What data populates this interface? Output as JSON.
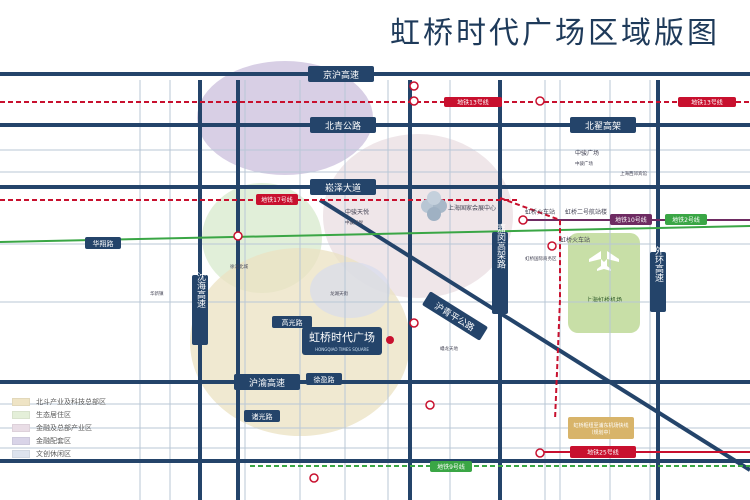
{
  "title": "虹桥时代广场区域版图",
  "project": {
    "name": "虹桥时代广场",
    "name_en": "HONGQIAO TIMES SQUARE"
  },
  "colors": {
    "road": "#24446a",
    "road_light": "#9fb6cc",
    "metro_red": "#c8102e",
    "metro_green": "#3aa645",
    "metro_purple": "#6e2b62",
    "airport_green": "#c8dfa7",
    "zone_purple": "#cbbfdc",
    "zone_pink": "#ecdde0",
    "zone_green": "#dcebd2",
    "zone_tan": "#ece3c4"
  },
  "legend": [
    {
      "label": "北斗产业及科技总部区",
      "color": "#efe4c5"
    },
    {
      "label": "生态居住区",
      "color": "#e4efd9"
    },
    {
      "label": "金融及总部产业区",
      "color": "#e9dde6"
    },
    {
      "label": "金融配套区",
      "color": "#d9d4e8"
    },
    {
      "label": "文创休闲区",
      "color": "#dde3ee"
    }
  ],
  "roads_h": [
    {
      "name": "京沪高速"
    },
    {
      "name": "北青公路"
    },
    {
      "name": "崧泽大道"
    },
    {
      "name": "沪渝高速"
    },
    {
      "name": "北翟高架"
    },
    {
      "name": "高光路"
    },
    {
      "name": "徐盈路"
    },
    {
      "name": "诸光路"
    },
    {
      "name": "华翔路"
    }
  ],
  "roads_v": [
    {
      "name": "沈海高速"
    },
    {
      "name": "嘉闵高架路"
    },
    {
      "name": "外环高速"
    },
    {
      "name": "沪青平公路"
    }
  ],
  "metro": [
    {
      "name": "地铁13号线"
    },
    {
      "name": "地铁13号线"
    },
    {
      "name": "地铁17号线"
    },
    {
      "name": "地铁10号线"
    },
    {
      "name": "地铁2号线"
    },
    {
      "name": "地铁9号线"
    },
    {
      "name": "地铁25号线"
    },
    {
      "name": "虹桥枢纽至浦东机场快线",
      "extra": "（规划中）"
    },
    {
      "name": "（规划中）"
    }
  ],
  "stations": [
    {
      "name": "虹桥火车站"
    },
    {
      "name": "虹桥二号航站楼"
    },
    {
      "name": "虹桥火车站"
    },
    {
      "name": "中骏天悦"
    },
    {
      "name": "中骏广场"
    }
  ],
  "airport": {
    "name": "上海虹桥机场"
  },
  "pois": [
    {
      "name": "上海国家会展中心"
    },
    {
      "name": "徐泾北城"
    },
    {
      "name": "中骏天悦"
    },
    {
      "name": "中骏广场"
    },
    {
      "name": "虹桥国际商务区"
    },
    {
      "name": "上海虹桥机场"
    },
    {
      "name": "上海西郊宾馆"
    },
    {
      "name": "华新镇"
    },
    {
      "name": "蟠龙天地"
    },
    {
      "name": "龙湖天街"
    }
  ]
}
